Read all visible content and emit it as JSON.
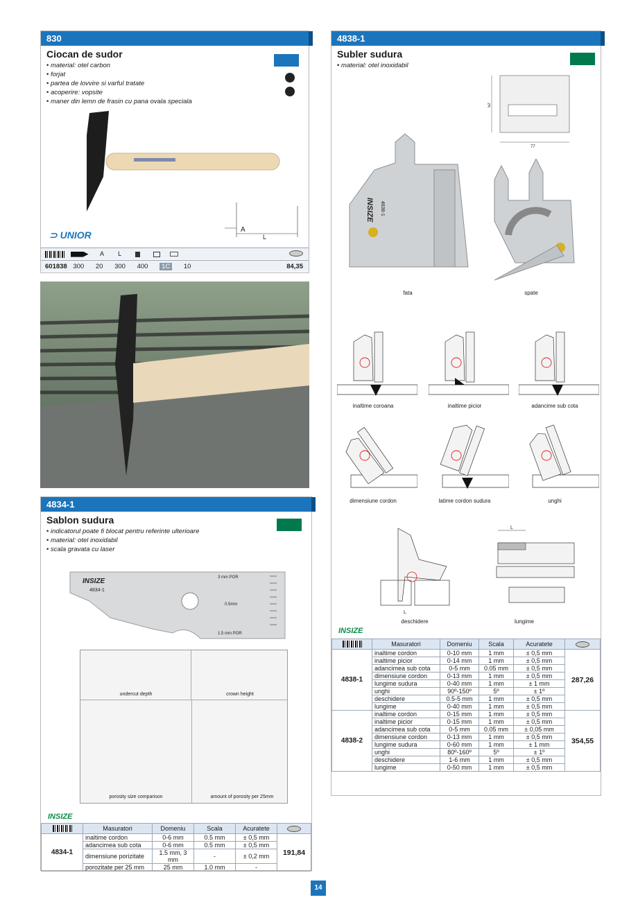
{
  "panel830": {
    "code": "830",
    "title": "Ciocan de sudor",
    "bullets": [
      "material: otel carbon",
      "forjat",
      "partea de lovvire si varful tratate",
      "acoperire: vopsite",
      "maner din lemn de frasin cu pana ovala speciala"
    ],
    "brand": "UNIOR",
    "dim_labels": {
      "A": "A",
      "L": "L"
    },
    "header_cols": [
      "A",
      "L"
    ],
    "row": {
      "code": "601838",
      "v1": "300",
      "v2": "20",
      "v3": "300",
      "v4": "400",
      "v5": "1C",
      "v6": "10",
      "price": "84,35"
    }
  },
  "panel4834": {
    "code": "4834-1",
    "title": "Sablon sudura",
    "bullets": [
      "indicatorul poate fi blocat pentru referinte ulterioare",
      "material: otel inoxidabil",
      "scala gravata cu laser"
    ],
    "insize": "INSIZE",
    "gauge_labels": {
      "brand": "INSIZE",
      "model": "4834-1",
      "top": "3 mm POR",
      "mid": "0.5mm",
      "bottom": "1.5 mm POR"
    },
    "diagram_labels": [
      "undercut depth",
      "crown height",
      "porosity size comparison",
      "amount of porosity per 25mm"
    ],
    "headers": [
      "Masuratori",
      "Domeniu",
      "Scala",
      "Acuratete"
    ],
    "model": "4834-1",
    "price": "191,84",
    "rows": [
      [
        "inaltime cordon",
        "0-6 mm",
        "0.5 mm",
        "± 0,5 mm"
      ],
      [
        "adancimea sub cota",
        "0-6 mm",
        "0.5 mm",
        "± 0,5 mm"
      ],
      [
        "dimensiune porizitate",
        "1.5 mm, 3 mm",
        "-",
        "± 0,2 mm"
      ],
      [
        "porozitate per 25 mm",
        "25 mm",
        "1.0 mm",
        "-"
      ]
    ]
  },
  "panel4838": {
    "code": "4838-1",
    "title": "Subler sudura",
    "bullets": [
      "material: otel inoxidabil"
    ],
    "insize": "INSIZE",
    "dims": {
      "w": "77",
      "h": "52"
    },
    "gauge_labels": {
      "brand": "INSIZE",
      "model": "4838-1"
    },
    "photo_captions": [
      "fata",
      "spate"
    ],
    "diagram_captions": [
      "inaltime coroana",
      "inaltime picior",
      "adancime sub cota",
      "dimensiune cordon",
      "latime cordon sudura",
      "unghi",
      "deschidere",
      "lungime"
    ],
    "diagram_letters": {
      "L": "L"
    },
    "headers": [
      "Masuratori",
      "Domeniu",
      "Scala",
      "Acuratete"
    ],
    "models": [
      {
        "model": "4838-1",
        "price": "287,26",
        "rows": [
          [
            "inaltime cordon",
            "0-10 mm",
            "1 mm",
            "± 0,5 mm"
          ],
          [
            "inaltime picior",
            "0-14 mm",
            "1 mm",
            "± 0,5 mm"
          ],
          [
            "adancimea sub cota",
            "0-5 mm",
            "0.05 mm",
            "± 0,5 mm"
          ],
          [
            "dimensiune cordon",
            "0-13 mm",
            "1 mm",
            "± 0,5 mm"
          ],
          [
            "lungime sudura",
            "0-40 mm",
            "1 mm",
            "± 1 mm"
          ],
          [
            "unghi",
            "90º-150º",
            "5º",
            "± 1º"
          ],
          [
            "deschidere",
            "0.5-5 mm",
            "1 mm",
            "± 0,5 mm"
          ],
          [
            "lungime",
            "0-40 mm",
            "1 mm",
            "± 0,5 mm"
          ]
        ]
      },
      {
        "model": "4838-2",
        "price": "354,55",
        "rows": [
          [
            "inaltime cordon",
            "0-15 mm",
            "1 mm",
            "± 0,5 mm"
          ],
          [
            "inaltime picior",
            "0-15 mm",
            "1 mm",
            "± 0,5 mm"
          ],
          [
            "adancimea sub cota",
            "0-5 mm",
            "0.05 mm",
            "± 0,05 mm"
          ],
          [
            "dimensiune cordon",
            "0-13 mm",
            "1 mm",
            "± 0,5 mm"
          ],
          [
            "lungime sudura",
            "0-60 mm",
            "1 mm",
            "± 1 mm"
          ],
          [
            "unghi",
            "80º-160º",
            "5º",
            "± 1º"
          ],
          [
            "deschidere",
            "1-6 mm",
            "1 mm",
            "± 0,5 mm"
          ],
          [
            "lungime",
            "0-50 mm",
            "1 mm",
            "± 0,5 mm"
          ]
        ]
      }
    ]
  },
  "page_number": "14",
  "colors": {
    "blue": "#1b75bc",
    "green": "#007a4d"
  }
}
